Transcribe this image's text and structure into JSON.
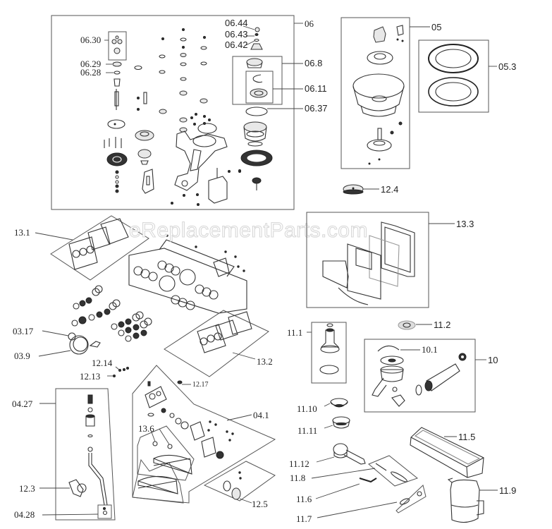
{
  "watermark": "eReplacementParts.com",
  "groups": {
    "g06": "06",
    "g05": "05",
    "g053": "05.3",
    "g133": "13.3",
    "g131": "13.1",
    "g132": "13.2",
    "g10": "10",
    "g111": "11.1",
    "g041": "04.1",
    "g0427": "04.27"
  },
  "labels": {
    "p0644": "06.44",
    "p0643": "06.43",
    "p0642": "06.42",
    "p068": "06.8",
    "p0611": "06.11",
    "p0637": "06.37",
    "p0630": "06.30",
    "p0629": "06.29",
    "p0628": "06.28",
    "p124": "12.4",
    "p0317": "03.17",
    "p039": "03.9",
    "p1214": "12.14",
    "p1213": "12.13",
    "p1217": "12.17",
    "p112": "11.2",
    "p101": "10.1",
    "p1110": "11.10",
    "p1111": "11.11",
    "p1112": "11.12",
    "p118": "11.8",
    "p116": "11.6",
    "p117": "11.7",
    "p115": "11.5",
    "p119": "11.9",
    "p136": "13.6",
    "p125": "12.5",
    "p123": "12.3",
    "p0428": "04.28"
  }
}
